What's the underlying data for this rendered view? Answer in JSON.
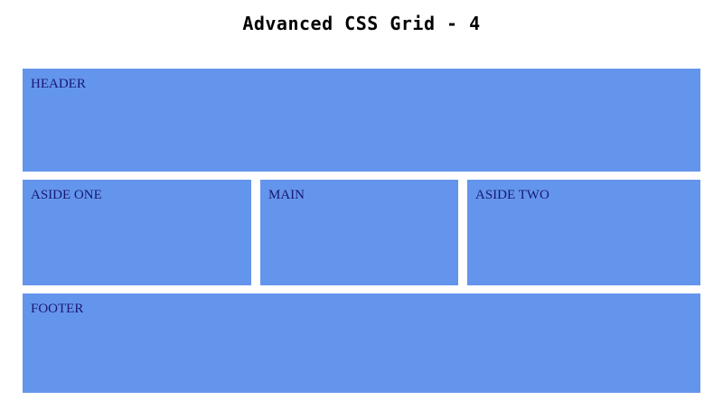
{
  "page": {
    "title": "Advanced CSS Grid - 4"
  },
  "grid": {
    "panels": [
      {
        "id": "header",
        "label": "HEADER"
      },
      {
        "id": "aside-one",
        "label": "ASIDE ONE"
      },
      {
        "id": "main",
        "label": "MAIN"
      },
      {
        "id": "aside-two",
        "label": "ASIDE TWO"
      },
      {
        "id": "footer",
        "label": "FOOTER"
      }
    ]
  },
  "colors": {
    "page_bg": "#FFFFFF",
    "title_text": "#000000",
    "panel_bg": "#6495ED",
    "panel_text": "#191970"
  }
}
